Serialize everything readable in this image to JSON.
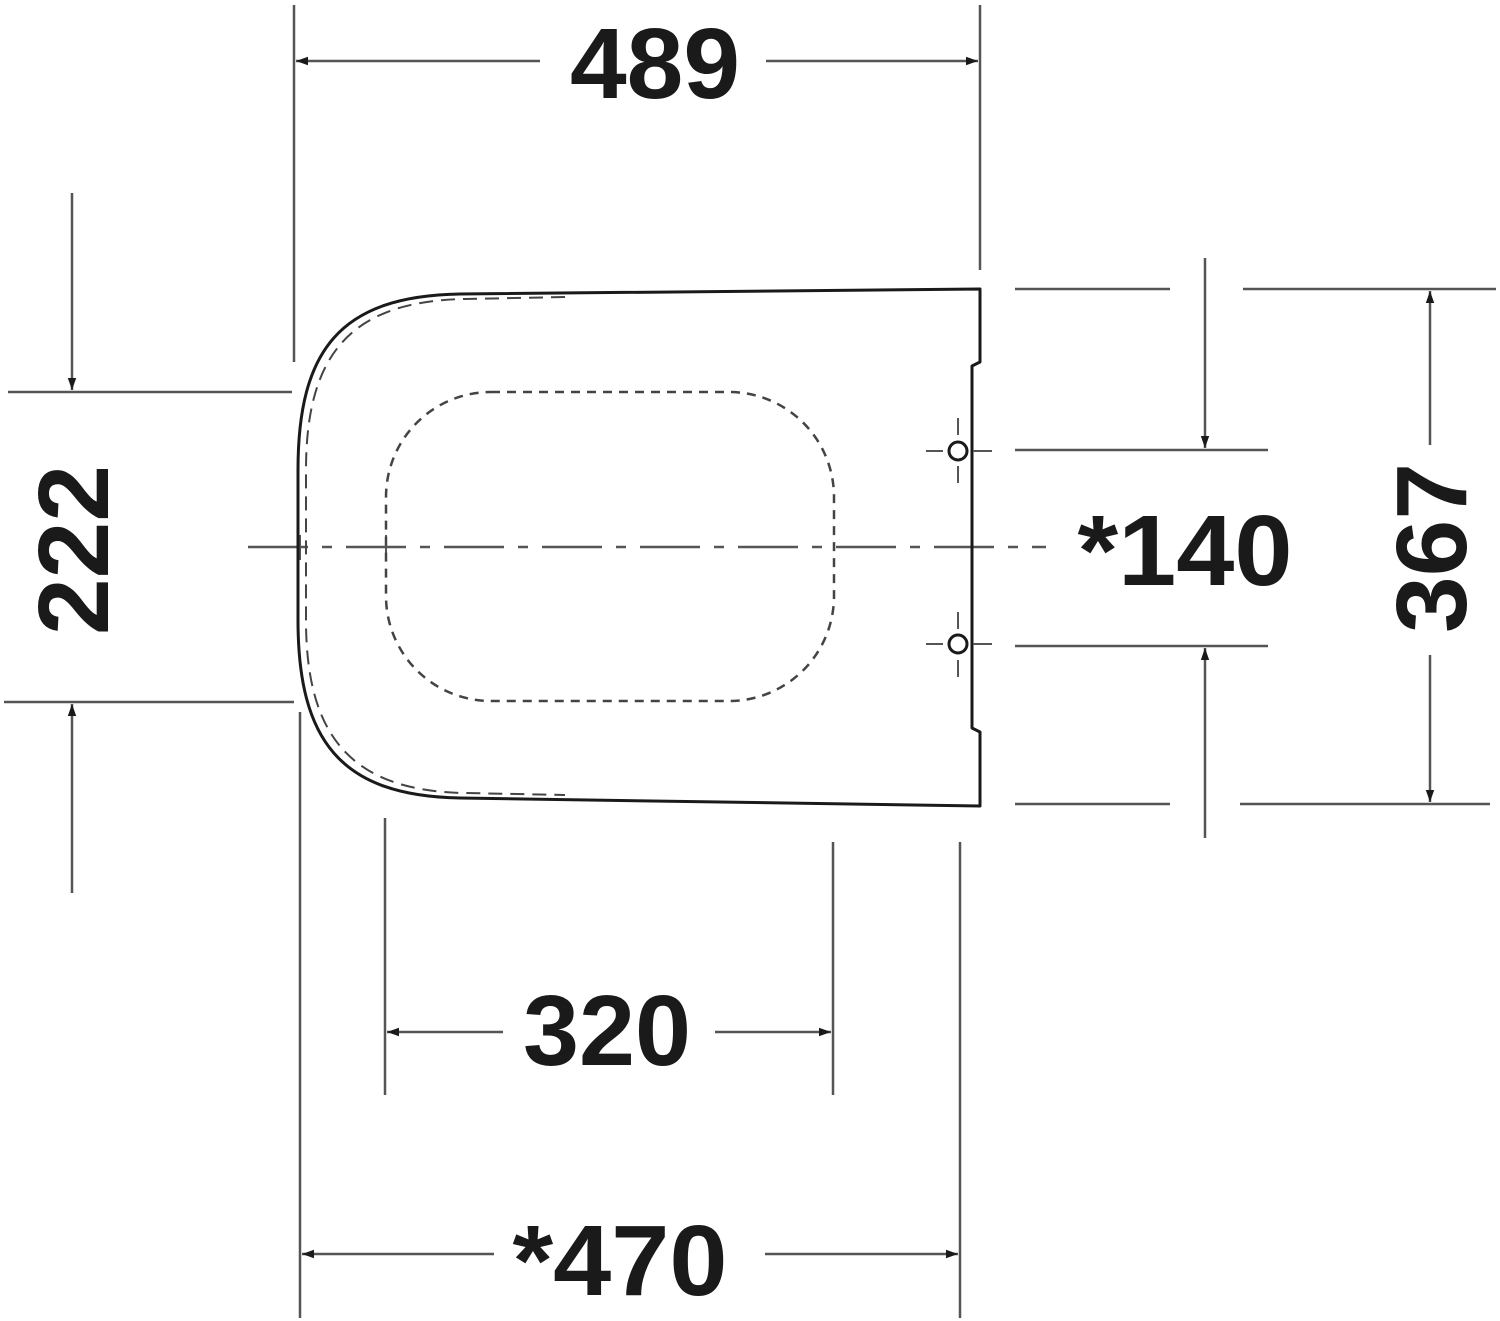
{
  "drawing": {
    "subject": "toilet seat top view dimension drawing",
    "line_color": "#1a1a1a",
    "dim_line_color": "#555555",
    "background": "#ffffff"
  },
  "dimensions": {
    "overall_length": {
      "label": "489",
      "orientation": "horizontal",
      "position": "top"
    },
    "seat_length": {
      "label": "*470",
      "orientation": "horizontal",
      "position": "bottom"
    },
    "opening_length": {
      "label": "320",
      "orientation": "horizontal",
      "position": "bottom"
    },
    "overall_width": {
      "label": "367",
      "orientation": "vertical",
      "position": "right"
    },
    "hinge_spacing": {
      "label": "*140",
      "orientation": "vertical",
      "position": "right"
    },
    "opening_width": {
      "label": "222",
      "orientation": "vertical",
      "position": "left"
    }
  },
  "features": {
    "hinge_holes": 2,
    "centerline": "dash-dot horizontal axis",
    "inner_opening": "dashed rounded outline",
    "lid_outline": "dashed offset outline"
  }
}
